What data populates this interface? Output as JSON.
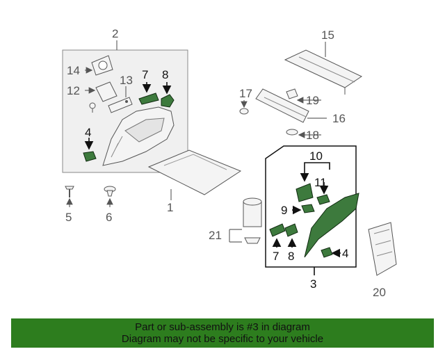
{
  "callouts": {
    "c1": "1",
    "c2": "2",
    "c3": "3",
    "c4a": "4",
    "c4b": "4",
    "c5": "5",
    "c6": "6",
    "c7a": "7",
    "c7b": "7",
    "c8a": "8",
    "c8b": "8",
    "c9": "9",
    "c10": "10",
    "c11": "11",
    "c12": "12",
    "c13": "13",
    "c14": "14",
    "c15": "15",
    "c16": "16",
    "c17": "17",
    "c18": "18",
    "c19": "19",
    "c20": "20",
    "c21": "21"
  },
  "footer": {
    "line1": "Part or sub-assembly is #3 in diagram",
    "line2": "Diagram may not be specific to your vehicle"
  },
  "colors": {
    "highlight_part": "#3d7a3d",
    "footer_bg": "#2d7d1e"
  }
}
